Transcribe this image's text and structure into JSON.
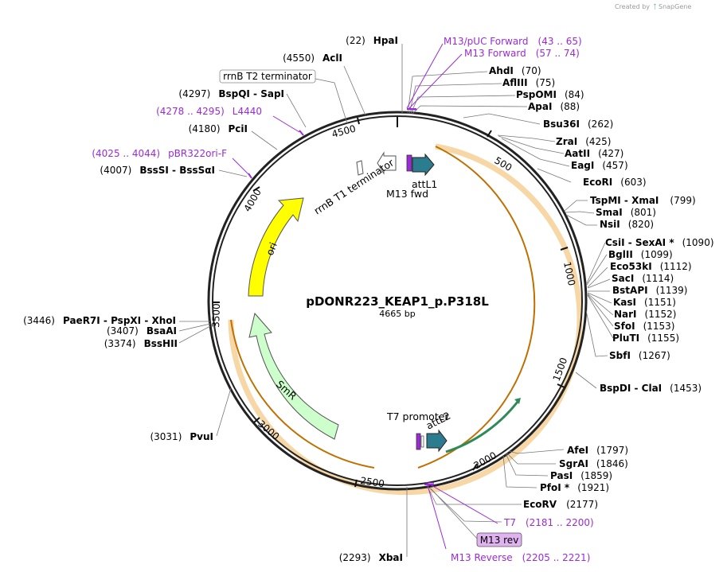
{
  "credit": "Created by",
  "credit_brand": "SnapGene",
  "plasmid": {
    "name": "pDONR223_KEAP1_p.P318L",
    "size": "4665 bp"
  },
  "ticks": [
    "500",
    "1000",
    "1500",
    "2000",
    "2500",
    "3000",
    "3500",
    "4000",
    "4500"
  ],
  "features": {
    "ori": "ori",
    "smr": "SmR",
    "attl1": "attL1",
    "attl2": "attL2",
    "m13fwd": "M13 fwd",
    "t7promoter": "T7 promoter",
    "rrnb_t1": "rrnB T1 terminator",
    "rrnb_t2": "rrnB T2 terminator"
  },
  "sites_right": [
    {
      "name": "AhdI",
      "pos": "(70)"
    },
    {
      "name": "AflIII",
      "pos": "(75)"
    },
    {
      "name": "PspOMI",
      "pos": "(84)"
    },
    {
      "name": "ApaI",
      "pos": "(88)"
    },
    {
      "name": "Bsu36I",
      "pos": "(262)"
    },
    {
      "name": "ZraI",
      "pos": "(425)"
    },
    {
      "name": "AatII",
      "pos": "(427)"
    },
    {
      "name": "EagI",
      "pos": "(457)"
    },
    {
      "name": "EcoRI",
      "pos": "(603)"
    },
    {
      "name": "TspMI",
      "name2": "XmaI",
      "pos": "(799)"
    },
    {
      "name": "SmaI",
      "pos": "(801)"
    },
    {
      "name": "NsiI",
      "pos": "(820)"
    },
    {
      "name": "CsiI",
      "name2": "SexAI *",
      "pos": "(1090)"
    },
    {
      "name": "BglII",
      "pos": "(1099)"
    },
    {
      "name": "Eco53kI",
      "pos": "(1112)"
    },
    {
      "name": "SacI",
      "pos": "(1114)"
    },
    {
      "name": "BstAPI",
      "pos": "(1139)"
    },
    {
      "name": "KasI",
      "pos": "(1151)"
    },
    {
      "name": "NarI",
      "pos": "(1152)"
    },
    {
      "name": "SfoI",
      "pos": "(1153)"
    },
    {
      "name": "PluTI",
      "pos": "(1155)"
    },
    {
      "name": "SbfI",
      "pos": "(1267)"
    },
    {
      "name": "BspDI",
      "name2": "ClaI",
      "pos": "(1453)"
    },
    {
      "name": "AfeI",
      "pos": "(1797)"
    },
    {
      "name": "SgrAI",
      "pos": "(1846)"
    },
    {
      "name": "PasI",
      "pos": "(1859)"
    },
    {
      "name": "PfoI *",
      "pos": "(1921)"
    },
    {
      "name": "EcoRV",
      "pos": "(2177)"
    }
  ],
  "sites_left": [
    {
      "name": "HpaI",
      "pos": "(22)"
    },
    {
      "name": "AclI",
      "pos": "(4550)"
    },
    {
      "name": "BspQI",
      "name2": "SapI",
      "pos": "(4297)"
    },
    {
      "name": "PciI",
      "pos": "(4180)"
    },
    {
      "name": "BssSI",
      "name2": "BssSαI",
      "pos": "(4007)"
    },
    {
      "name": "PaeR7I",
      "name2": "PspXI",
      "name3": "XhoI",
      "pos": "(3446)"
    },
    {
      "name": "BsaAI",
      "pos": "(3407)"
    },
    {
      "name": "BssHII",
      "pos": "(3374)"
    },
    {
      "name": "PvuI",
      "pos": "(3031)"
    },
    {
      "name": "XbaI",
      "pos": "(2293)"
    }
  ],
  "primers": [
    {
      "name": "M13/pUC Forward",
      "range": "(43 .. 65)"
    },
    {
      "name": "M13 Forward",
      "range": "(57 .. 74)"
    },
    {
      "name": "L4440",
      "range": "(4278 .. 4295)"
    },
    {
      "name": "pBR322ori-F",
      "range": "(4025 .. 4044)"
    },
    {
      "name": "T7",
      "range": "(2181 .. 2200)"
    },
    {
      "name": "M13 Reverse",
      "range": "(2205 .. 2221)"
    }
  ],
  "m13rev_label": "M13 rev",
  "colors": {
    "backbone": "#222222",
    "insert_halo": "#f5c98a",
    "insert_line": "#d07c00",
    "ori": "#ffff00",
    "smr": "#ccffcc",
    "attl": "#2b7c8f",
    "primer": "#9b2bd6",
    "orf_green": "#2e8b57"
  }
}
